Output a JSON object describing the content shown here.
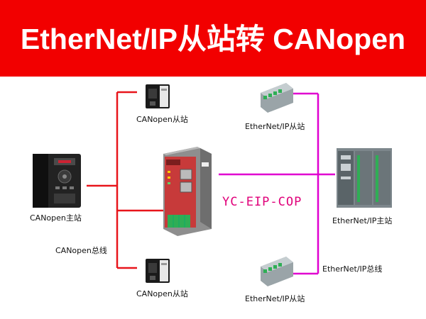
{
  "banner": {
    "title": "EtherNet/IP从站转 CANopen"
  },
  "labels": {
    "canopen_slave_top": "CANopen从站",
    "canopen_slave_bottom": "CANopen从站",
    "canopen_master": "CANopen主站",
    "canopen_bus": "CANopen总线",
    "eip_slave_top": "EtherNet/IP从站",
    "eip_slave_bottom": "EtherNet/IP从站",
    "eip_master": "EtherNet/IP主站",
    "eip_bus": "EtherNet/IP总线",
    "model": "YC-EIP-COP"
  },
  "colors": {
    "banner": "#f20000",
    "canopen_wire": "#e8151b",
    "ethernet_wire": "#e000d0",
    "model_text": "#e0007a"
  },
  "icons": {
    "drive": "vfd-inverter-icon",
    "gateway": "gateway-icon",
    "plc": "plc-icon",
    "canopen_slave": "servo-drive-icon",
    "eip_slave": "io-module-icon"
  }
}
